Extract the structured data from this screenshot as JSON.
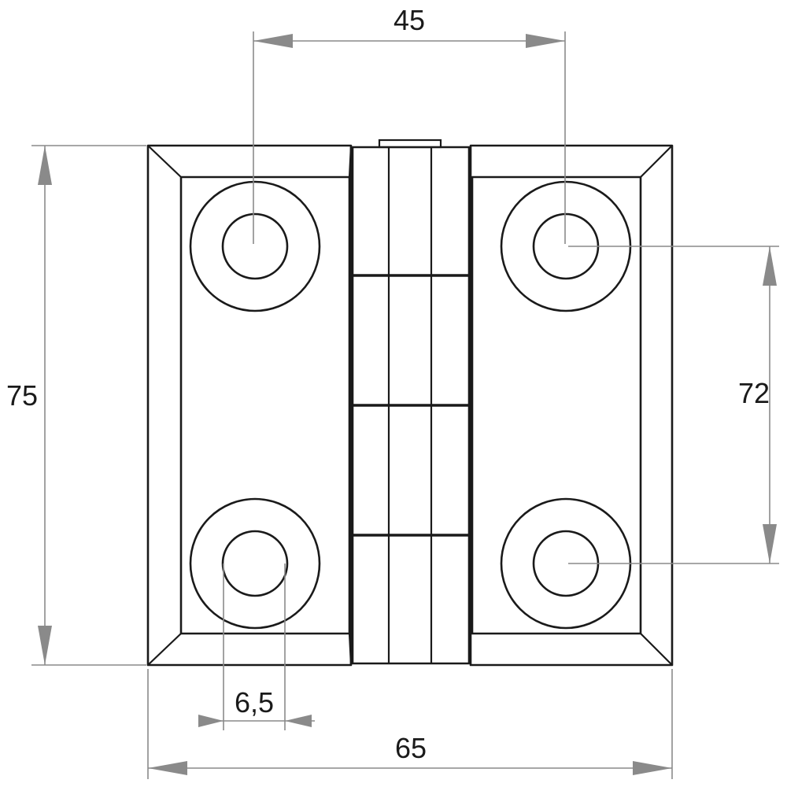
{
  "dimensions": {
    "hole_spacing_horizontal": "45",
    "overall_height": "75",
    "hole_spacing_vertical": "72",
    "hole_diameter": "6,5",
    "overall_width": "65"
  },
  "colors": {
    "outline": "#1a1a1a",
    "dimension_line": "#8a8a8a",
    "background": "#ffffff"
  }
}
